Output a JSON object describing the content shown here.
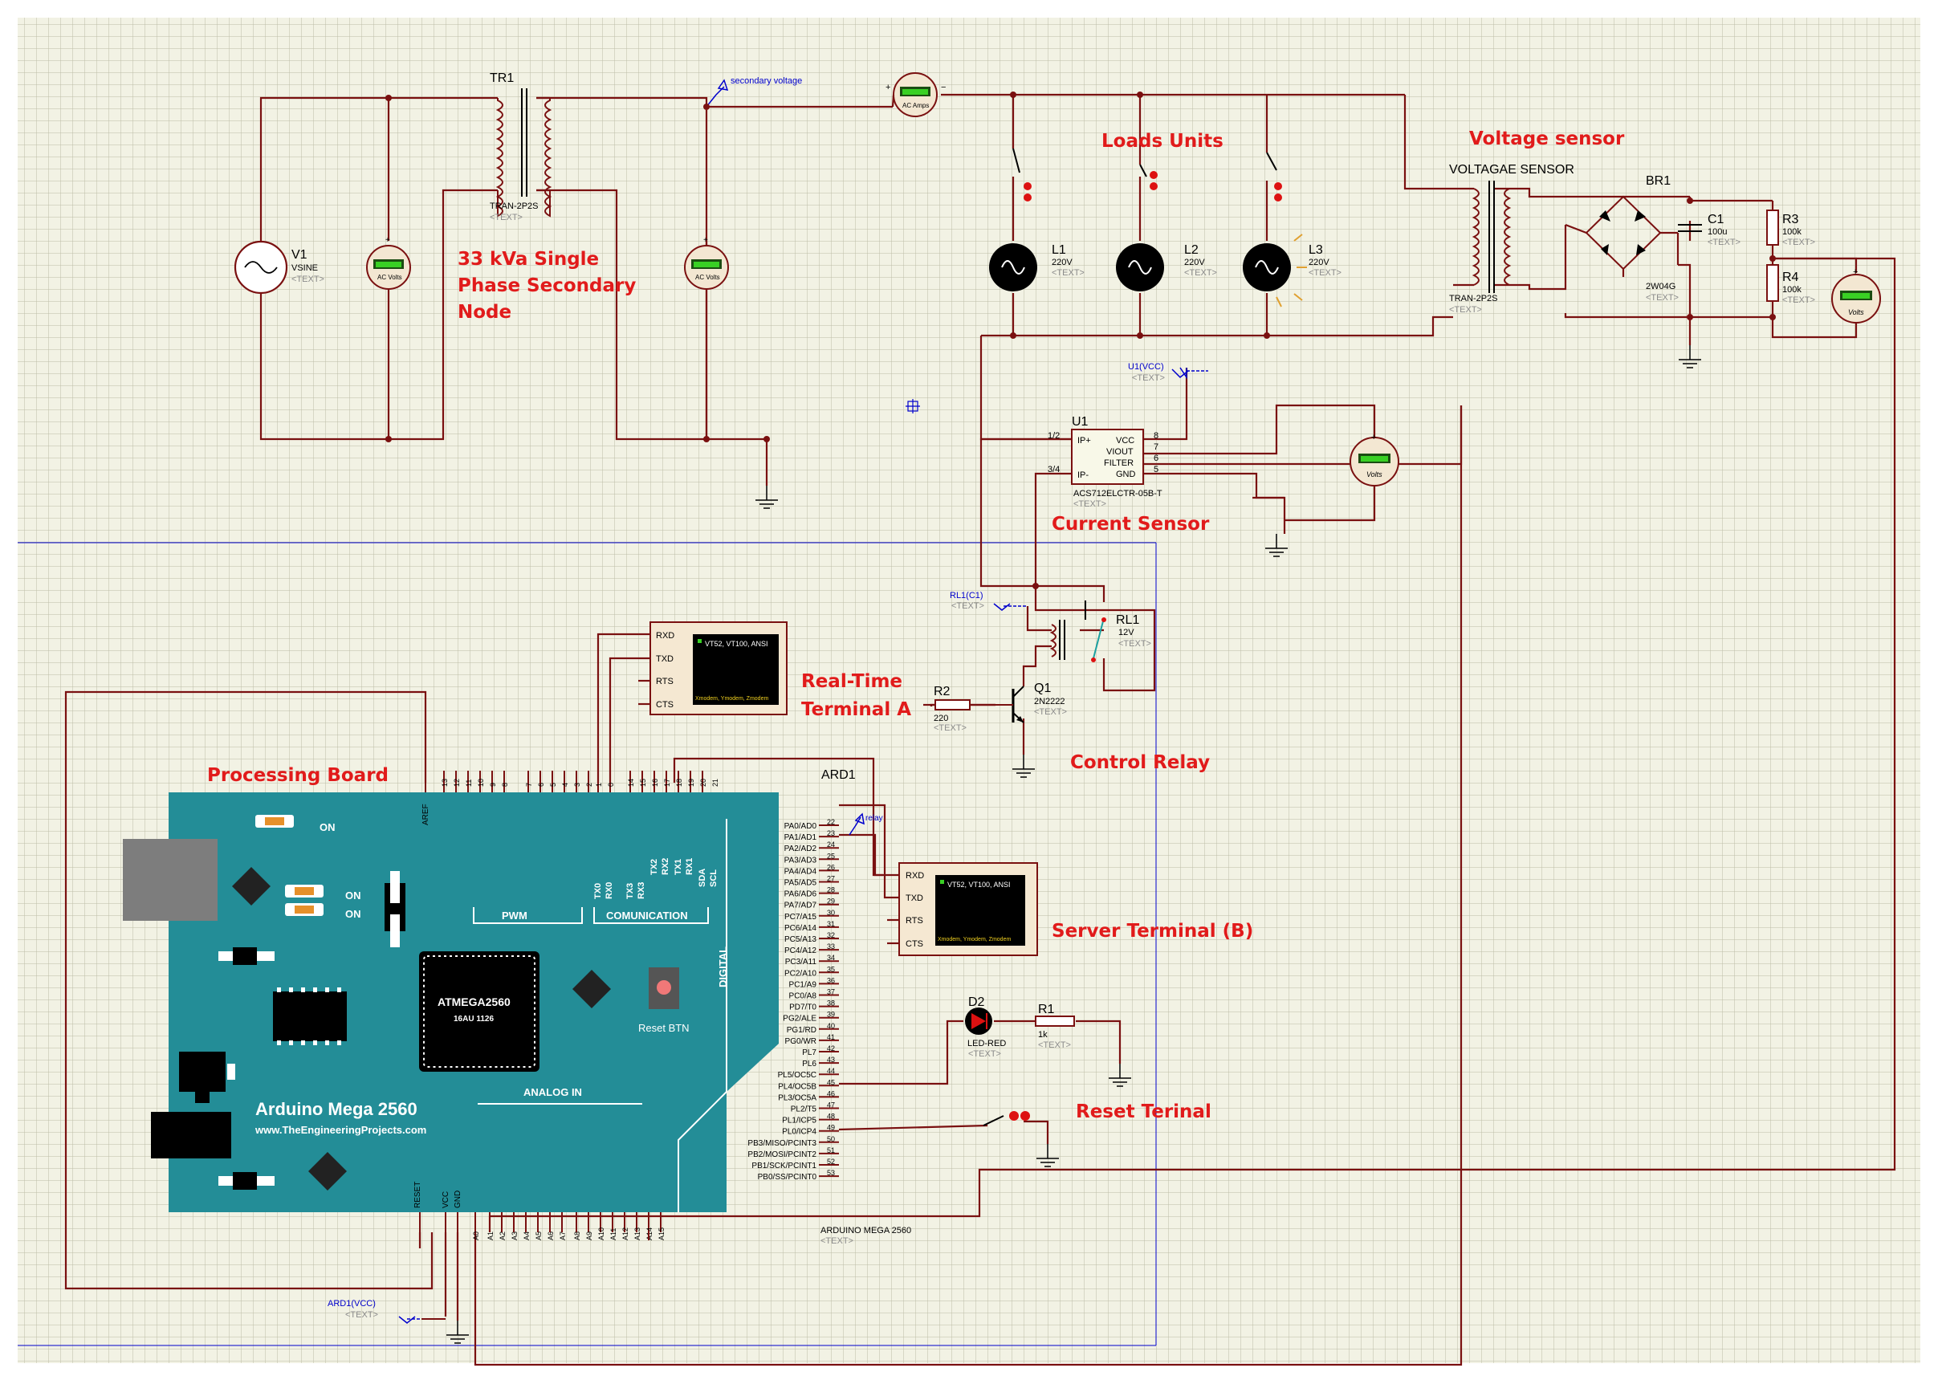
{
  "sections": {
    "secondary_node": "33 kVa Single Phase Secondary Node",
    "loads_units": "Loads Units",
    "voltage_sensor": "Voltage sensor",
    "current_sensor": "Current Sensor",
    "real_time_terminal": "Real-Time Terminal A",
    "control_relay": "Control Relay",
    "processing_board": "Processing Board",
    "server_terminal": "Server Terminal (B)",
    "reset_terminal": "Reset Terinal"
  },
  "components": {
    "tr1": {
      "ref": "TR1",
      "type": "TRAN-2P2S",
      "text": "<TEXT>"
    },
    "v1": {
      "ref": "V1",
      "type": "VSINE",
      "text": "<TEXT>"
    },
    "ac_volts_label": "AC Volts",
    "ac_amps_label": "AC Amps",
    "volts_label": "Volts",
    "secondary_voltage_probe": "secondary voltage",
    "l1": {
      "ref": "L1",
      "value": "220V",
      "text": "<TEXT>"
    },
    "l2": {
      "ref": "L2",
      "value": "220V",
      "text": "<TEXT>"
    },
    "l3": {
      "ref": "L3",
      "value": "220V",
      "text": "<TEXT>"
    },
    "voltage_sensor_title": "VOLTAGAE SENSOR",
    "tr2": {
      "type": "TRAN-2P2S",
      "text": "<TEXT>"
    },
    "br1": {
      "ref": "BR1",
      "type": "2W04G",
      "text": "<TEXT>"
    },
    "c1": {
      "ref": "C1",
      "value": "100u",
      "text": "<TEXT>"
    },
    "r3": {
      "ref": "R3",
      "value": "100k",
      "text": "<TEXT>"
    },
    "r4": {
      "ref": "R4",
      "value": "100k",
      "text": "<TEXT>"
    },
    "u1": {
      "ref": "U1",
      "type": "ACS712ELCTR-05B-T",
      "text": "<TEXT>",
      "probe": "U1(VCC)",
      "pins_left": [
        "1/2",
        "3/4"
      ],
      "pin_names_left": [
        "IP+",
        "IP-"
      ],
      "pin_names_right": [
        "VCC",
        "VIOUT",
        "FILTER",
        "GND"
      ],
      "pins_right": [
        "8",
        "7",
        "6",
        "5"
      ]
    },
    "rl1": {
      "ref": "RL1",
      "value": "12V",
      "text": "<TEXT>",
      "probe": "RL1(C1)"
    },
    "q1": {
      "ref": "Q1",
      "type": "2N2222",
      "text": "<TEXT>"
    },
    "r2": {
      "ref": "R2",
      "value": "220",
      "text": "<TEXT>"
    },
    "d2": {
      "ref": "D2",
      "type": "LED-RED",
      "text": "<TEXT>"
    },
    "r1": {
      "ref": "R1",
      "value": "1k",
      "text": "<TEXT>"
    },
    "ard1": {
      "ref": "ARD1",
      "type": "ARDUINO MEGA 2560",
      "text": "<TEXT>",
      "probe": "ARD1(VCC)",
      "relay_probe": "relay"
    },
    "terminal": {
      "pins": [
        "RXD",
        "TXD",
        "RTS",
        "CTS"
      ],
      "screen_top": "VT52, VT100, ANSI",
      "screen_bottom": "Xmodem, Ymodem, Zmodem"
    }
  },
  "board": {
    "on": "ON",
    "chip": "ATMEGA2560",
    "chip_sub": "16AU 1126",
    "reset_btn": "Reset BTN",
    "name": "Arduino Mega 2560",
    "url": "www.TheEngineeringProjects.com",
    "pwm": "PWM",
    "comm": "COMUNICATION",
    "digital": "DIGITAL",
    "analog": "ANALOG IN",
    "aref": "AREF",
    "reset": "RESET",
    "vcc": "VCC",
    "gnd": "GND",
    "tx_labels": [
      "TX0",
      "RX0",
      "TX3",
      "RX3",
      "TX2",
      "RX2",
      "TX1",
      "RX1",
      "SDA",
      "SCL"
    ],
    "top_pin_numbers": [
      "13",
      "12",
      "11",
      "10",
      "9",
      "8",
      "7",
      "6",
      "5",
      "4",
      "3",
      "2",
      "1",
      "0",
      "14",
      "15",
      "16",
      "17",
      "18",
      "19",
      "20",
      "21"
    ],
    "right_pin_names": [
      "PA0/AD0",
      "PA1/AD1",
      "PA2/AD2",
      "PA3/AD3",
      "PA4/AD4",
      "PA5/AD5",
      "PA6/AD6",
      "PA7/AD7",
      "PC7/A15",
      "PC6/A14",
      "PC5/A13",
      "PC4/A12",
      "PC3/A11",
      "PC2/A10",
      "PC1/A9",
      "PC0/A8",
      "PD7/T0",
      "PG2/ALE",
      "PG1/RD",
      "PG0/WR",
      "PL7",
      "PL6",
      "PL5/OC5C",
      "PL4/OC5B",
      "PL3/OC5A",
      "PL2/T5",
      "PL1/ICP5",
      "PL0/ICP4",
      "PB3/MISO/PCINT3",
      "PB2/MOSI/PCINT2",
      "PB1/SCK/PCINT1",
      "PB0/SS/PCINT0"
    ],
    "right_pin_numbers": [
      "22",
      "23",
      "24",
      "25",
      "26",
      "27",
      "28",
      "29",
      "30",
      "31",
      "32",
      "33",
      "34",
      "35",
      "36",
      "37",
      "38",
      "39",
      "40",
      "41",
      "42",
      "43",
      "44",
      "45",
      "46",
      "47",
      "48",
      "49",
      "50",
      "51",
      "52",
      "53"
    ],
    "bottom_pin_labels": [
      "A0",
      "A1",
      "A2",
      "A3",
      "A4",
      "A5",
      "A6",
      "A7",
      "A8",
      "A9",
      "A10",
      "A11",
      "A12",
      "A13",
      "A14",
      "A15"
    ]
  }
}
